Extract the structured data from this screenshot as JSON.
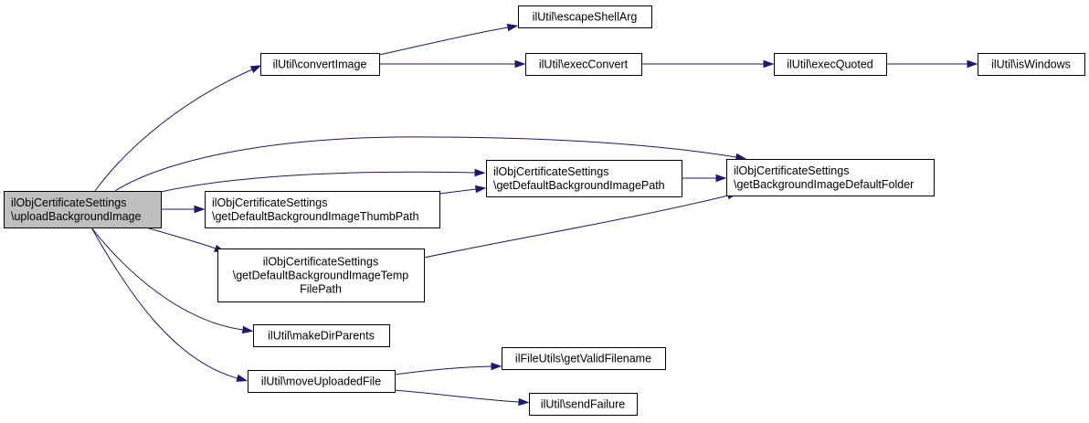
{
  "graph": {
    "colors": {
      "edge": "#191970",
      "node_border": "#000000",
      "root_fill": "#bfbfbf",
      "node_fill": "#ffffff"
    },
    "nodes": {
      "upload_bg": {
        "lines": [
          "ilObjCertificateSettings",
          "\\uploadBackgroundImage"
        ],
        "root": true
      },
      "convert_image": {
        "lines": [
          "ilUtil\\convertImage"
        ]
      },
      "escape_shell_arg": {
        "lines": [
          "ilUtil\\escapeShellArg"
        ]
      },
      "exec_convert": {
        "lines": [
          "ilUtil\\execConvert"
        ]
      },
      "exec_quoted": {
        "lines": [
          "ilUtil\\execQuoted"
        ]
      },
      "is_windows": {
        "lines": [
          "ilUtil\\isWindows"
        ]
      },
      "get_default_bg_path": {
        "lines": [
          "ilObjCertificateSettings",
          "\\getDefaultBackgroundImagePath"
        ]
      },
      "get_bg_default_folder": {
        "lines": [
          "ilObjCertificateSettings",
          "\\getBackgroundImageDefaultFolder"
        ]
      },
      "get_default_bg_thumb": {
        "lines": [
          "ilObjCertificateSettings",
          "\\getDefaultBackgroundImageThumbPath"
        ]
      },
      "get_default_bg_temp": {
        "lines": [
          "ilObjCertificateSettings",
          "\\getDefaultBackgroundImageTemp",
          "FilePath"
        ]
      },
      "make_dir_parents": {
        "lines": [
          "ilUtil\\makeDirParents"
        ]
      },
      "move_uploaded_file": {
        "lines": [
          "ilUtil\\moveUploadedFile"
        ]
      },
      "get_valid_filename": {
        "lines": [
          "ilFileUtils\\getValidFilename"
        ]
      },
      "send_failure": {
        "lines": [
          "ilUtil\\sendFailure"
        ]
      }
    },
    "edges": [
      {
        "from": "upload_bg",
        "to": "convert_image"
      },
      {
        "from": "convert_image",
        "to": "escape_shell_arg"
      },
      {
        "from": "convert_image",
        "to": "exec_convert"
      },
      {
        "from": "exec_convert",
        "to": "exec_quoted"
      },
      {
        "from": "exec_quoted",
        "to": "is_windows"
      },
      {
        "from": "upload_bg",
        "to": "get_bg_default_folder"
      },
      {
        "from": "upload_bg",
        "to": "get_default_bg_path"
      },
      {
        "from": "get_default_bg_path",
        "to": "get_bg_default_folder"
      },
      {
        "from": "upload_bg",
        "to": "get_default_bg_thumb"
      },
      {
        "from": "get_default_bg_thumb",
        "to": "get_default_bg_path"
      },
      {
        "from": "upload_bg",
        "to": "get_default_bg_temp"
      },
      {
        "from": "get_default_bg_temp",
        "to": "get_bg_default_folder"
      },
      {
        "from": "upload_bg",
        "to": "make_dir_parents"
      },
      {
        "from": "upload_bg",
        "to": "move_uploaded_file"
      },
      {
        "from": "move_uploaded_file",
        "to": "get_valid_filename"
      },
      {
        "from": "move_uploaded_file",
        "to": "send_failure"
      }
    ]
  }
}
